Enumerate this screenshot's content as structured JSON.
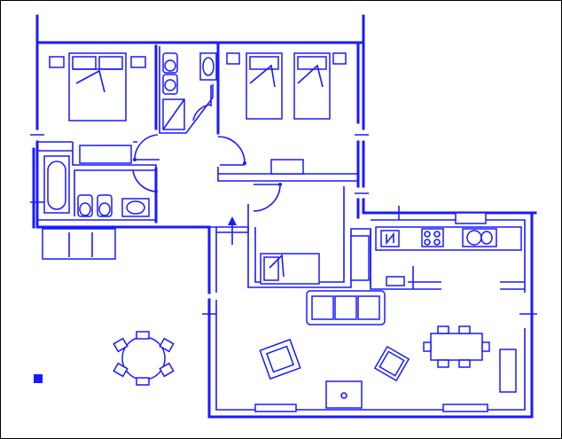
{
  "plan": {
    "ink": "#1a1aff",
    "background": "#ffffff",
    "frame": "#000000",
    "rooms": [
      "master-bedroom",
      "twin-bedroom",
      "bathroom",
      "ensuite-wc",
      "hallway",
      "single-bedroom",
      "kitchen",
      "living-room",
      "terrace"
    ],
    "icons": [
      "double-bed-icon",
      "twin-bed-icon",
      "single-bed-icon",
      "bathtub-icon",
      "toilet-icon",
      "bidet-icon",
      "sink-icon",
      "shower-icon",
      "sofa-icon",
      "armchair-icon",
      "dining-table-icon",
      "round-table-icon",
      "stove-icon",
      "kitchen-sink-icon",
      "fridge-icon",
      "tv-unit-icon",
      "entrance-arrow-icon"
    ]
  }
}
